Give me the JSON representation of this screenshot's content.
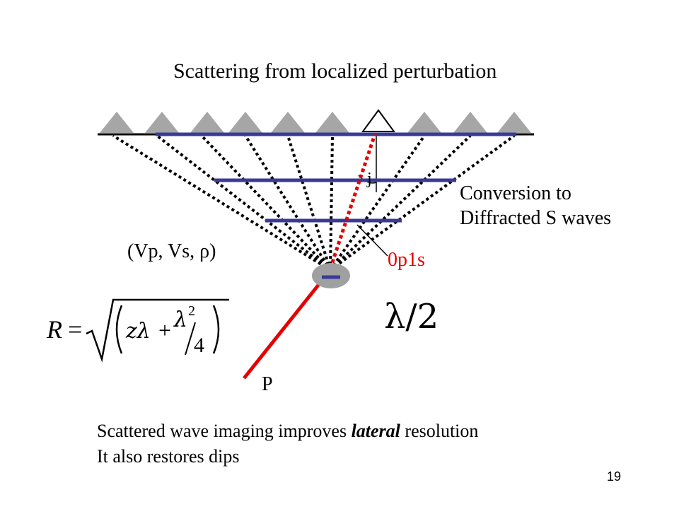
{
  "title": "Scattering from localized perturbation",
  "conversion_label": [
    "Conversion to",
    "Diffracted S waves"
  ],
  "medium_params": "(Vp, Vs, ρ)",
  "wave_label": "0p1s",
  "j_label": "j",
  "p_label": "P",
  "lambda_label": "λ/2",
  "formula": {
    "lhs": "R",
    "eq": "=",
    "z_lambda": "zλ",
    "plus": "+",
    "lambda_sq": "λ",
    "exp": "2",
    "denominator": "4"
  },
  "caption": {
    "line1_pre": "Scattered wave imaging improves ",
    "line1_em": "lateral",
    "line1_post": " resolution",
    "line2": "It also restores dips"
  },
  "page_number": "19",
  "colors": {
    "receiver_gray": "#a6a6a6",
    "wavefront_blue": "#3a3a96",
    "red_ray": "#e60000",
    "scatterer_gray": "#a0a0a0"
  }
}
